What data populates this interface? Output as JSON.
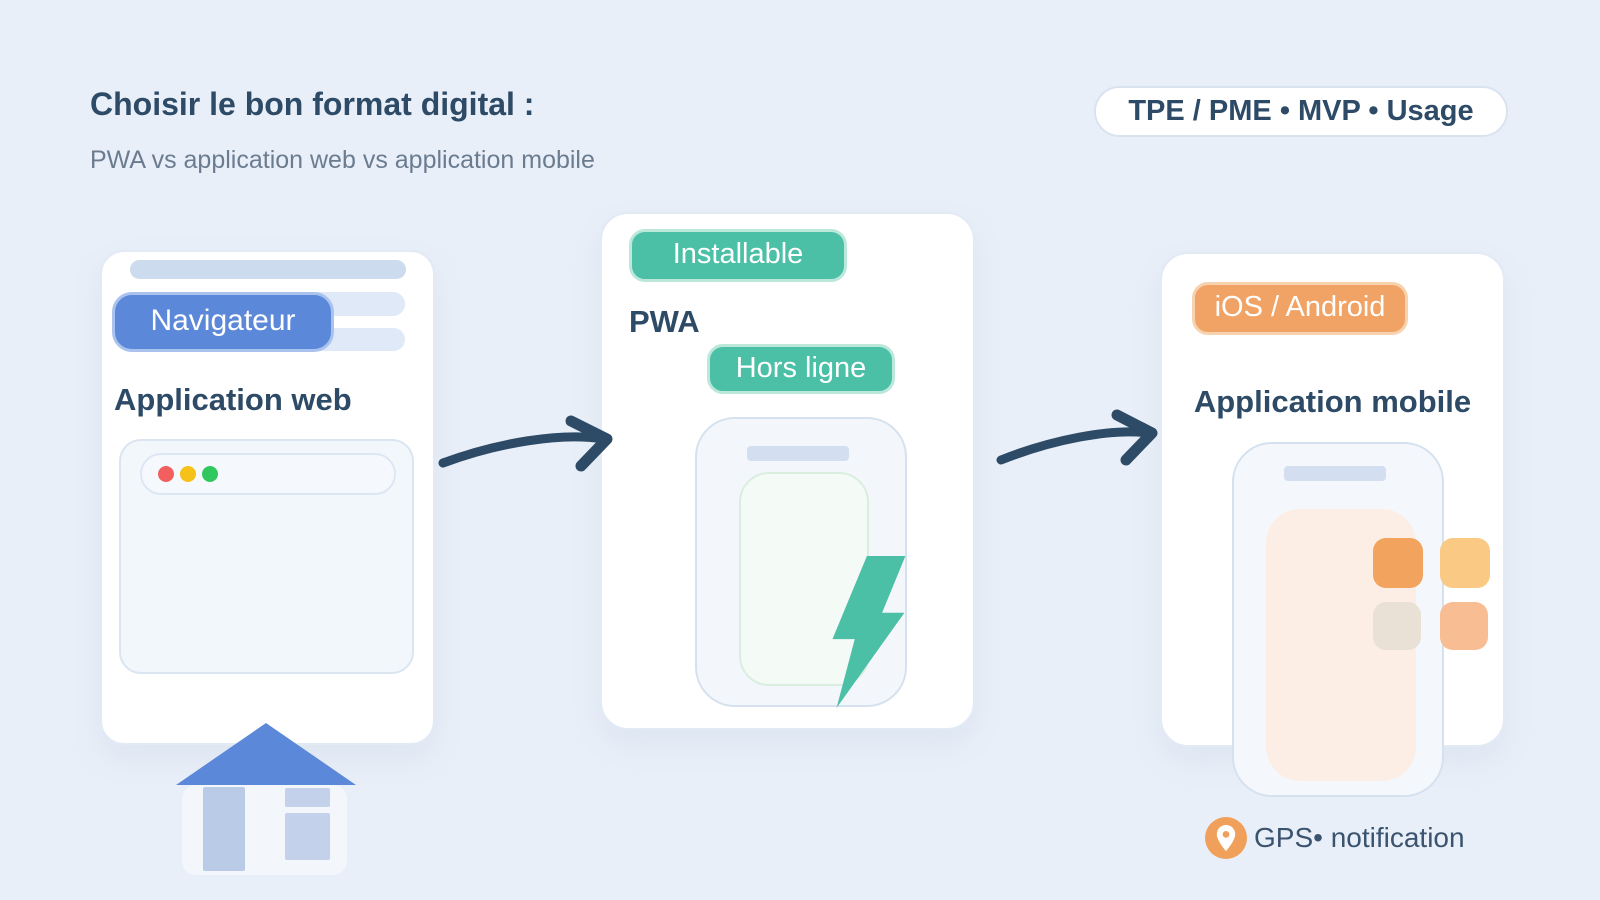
{
  "header": {
    "title": "Choisir le bon format digital :",
    "subtitle": "PWA vs application web vs application mobile",
    "context_badge": "TPE / PME • MVP • Usage"
  },
  "cards": {
    "web": {
      "browser_badge": "Navigateur",
      "title": "Application web"
    },
    "pwa": {
      "installable_badge": "Installable",
      "title": "PWA",
      "offline_badge": "Hors ligne"
    },
    "mobile": {
      "platform_badge": "iOS / Android",
      "title": "Application mobile",
      "caption": "GPS• notification"
    }
  },
  "icons": {
    "house": "house-icon",
    "lightning": "lightning-bolt-icon",
    "location_pin": "location-pin-icon",
    "arrow": "curved-arrow-icon",
    "traffic_lights": "browser-traffic-lights-icon"
  },
  "colors": {
    "background": "#e9eff8",
    "card_bg": "#ffffff",
    "card_border": "#e2eaf5",
    "navy_text": "#2d4a66",
    "subtitle_text": "#6b7c90",
    "blue_accent": "#5c88d9",
    "teal_accent": "#4bc0a6",
    "orange_accent": "#f0a364",
    "skeleton_dark": "#ccdcee",
    "skeleton_light": "#e0e9f7",
    "traffic_red": "#f25f5f",
    "traffic_yellow": "#f6c21a",
    "traffic_green": "#30c85e"
  }
}
